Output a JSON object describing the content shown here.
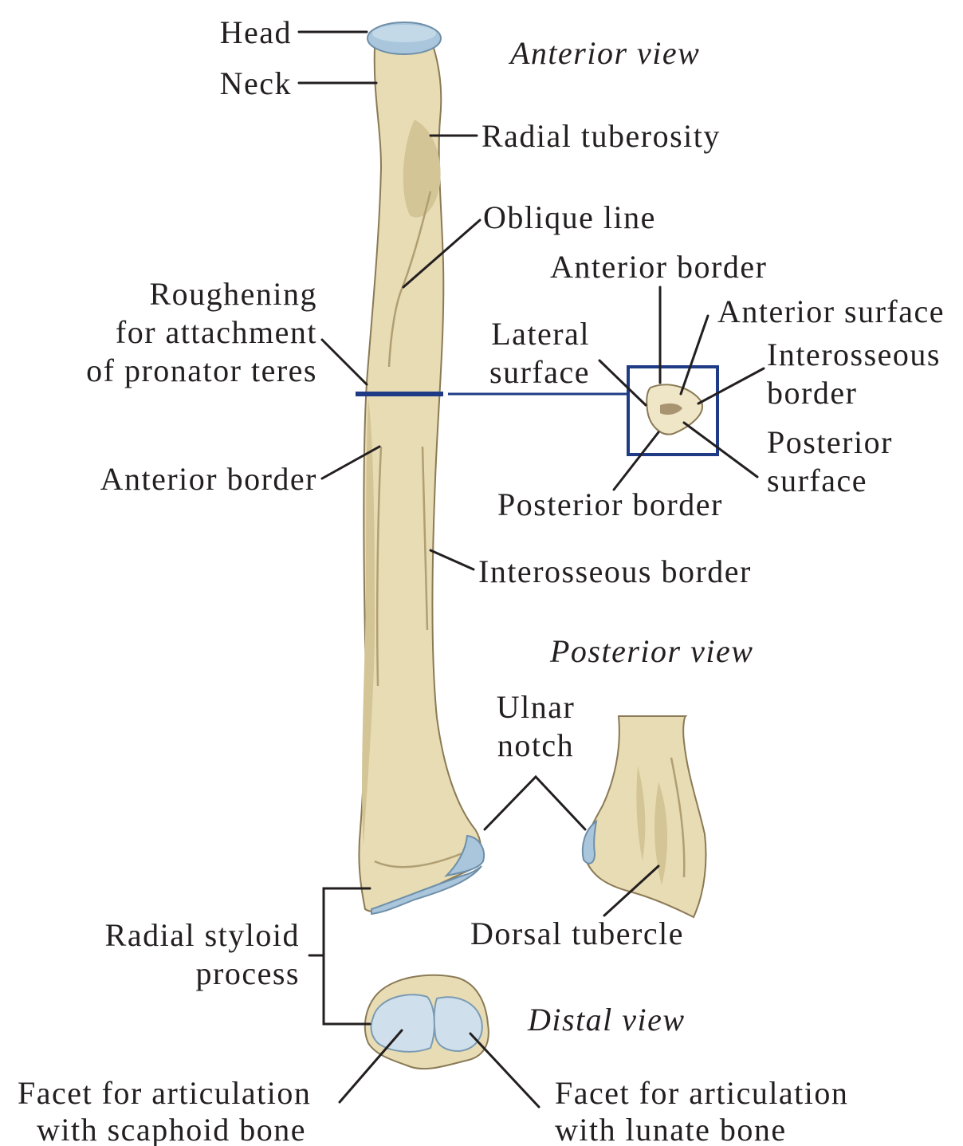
{
  "views": {
    "anterior": "Anterior view",
    "posterior": "Posterior view",
    "distal": "Distal view"
  },
  "labels": {
    "head": "Head",
    "neck": "Neck",
    "radial_tuberosity": "Radial tuberosity",
    "oblique_line": "Oblique line",
    "roughening_1": "Roughening",
    "roughening_2": "for attachment",
    "roughening_3": "of pronator teres",
    "anterior_border_left": "Anterior border",
    "interosseous_border": "Interosseous border",
    "ulnar_notch_1": "Ulnar",
    "ulnar_notch_2": "notch",
    "radial_styloid_1": "Radial styloid",
    "radial_styloid_2": "process",
    "dorsal_tubercle": "Dorsal tubercle",
    "facet_scaphoid_1": "Facet for articulation",
    "facet_scaphoid_2": "with scaphoid bone",
    "facet_lunate_1": "Facet for articulation",
    "facet_lunate_2": "with lunate bone"
  },
  "cross_section": {
    "anterior_border": "Anterior border",
    "anterior_surface": "Anterior surface",
    "lateral_1": "Lateral",
    "lateral_2": "surface",
    "interosseous_1": "Interosseous",
    "interosseous_2": "border",
    "posterior_surface_1": "Posterior",
    "posterior_surface_2": "surface",
    "posterior_border": "Posterior border"
  },
  "colors": {
    "bone": "#e8dcb5",
    "cartilage": "#a9c6dd",
    "section_marker": "#1f3b86",
    "text": "#231f20"
  }
}
